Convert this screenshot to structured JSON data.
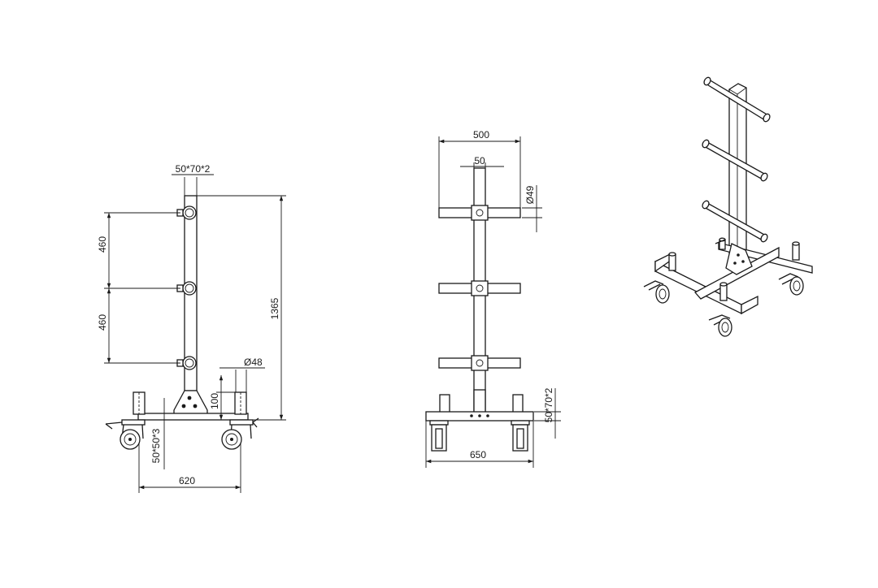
{
  "side_view": {
    "dim_tube": "50*70*2",
    "dim_spacing_top": "460",
    "dim_spacing_bottom": "460",
    "dim_height": "1365",
    "dim_pin_diameter": "Ø48",
    "dim_base_height": "100",
    "dim_base_tube": "50*50*3",
    "dim_width": "620"
  },
  "front_view": {
    "dim_arm_span": "500",
    "dim_upright": "50",
    "dim_arm_diameter": "Ø49",
    "dim_base_tube": "50*70*2",
    "dim_base_width": "650"
  },
  "iso_view": {}
}
